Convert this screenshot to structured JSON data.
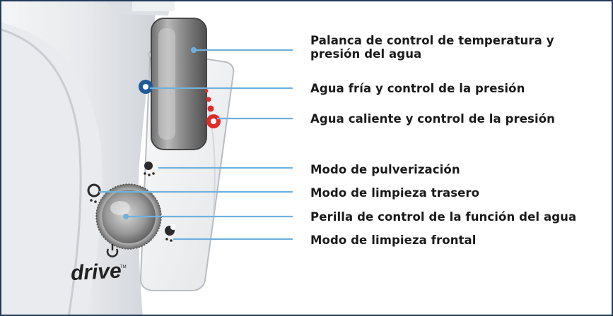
{
  "brand": {
    "logo_text": "drive",
    "trademark": "TM"
  },
  "callouts": [
    {
      "id": "temperature-pressure-lever",
      "lines": [
        "Palanca de control de temperatura y",
        "presión del agua"
      ]
    },
    {
      "id": "cold-water-pressure",
      "lines": [
        "Agua fría y control de la presión"
      ]
    },
    {
      "id": "hot-water-pressure",
      "lines": [
        "Agua caliente y control de la presión"
      ]
    },
    {
      "id": "spray-mode",
      "lines": [
        "Modo de pulverización"
      ]
    },
    {
      "id": "rear-cleaning-mode",
      "lines": [
        "Modo de limpieza trasero"
      ]
    },
    {
      "id": "water-function-knob",
      "lines": [
        "Perilla de control de la función del agua"
      ]
    },
    {
      "id": "front-cleaning-mode",
      "lines": [
        "Modo de limpieza frontal"
      ]
    }
  ],
  "colors": {
    "frame_border": "#1f3b5a",
    "leader_line": "#6fb1dd",
    "hot_indicator": "#e02b2b",
    "cold_indicator": "#1f5a9a"
  },
  "icons": [
    "cold-water-icon",
    "hot-water-icon",
    "spray-icon",
    "rear-wash-icon",
    "front-wash-icon",
    "power-icon"
  ]
}
